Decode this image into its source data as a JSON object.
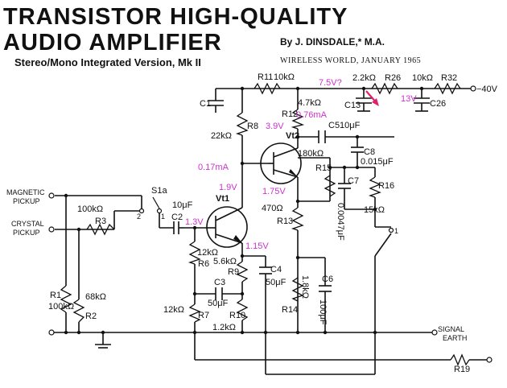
{
  "title": {
    "line1": "TRANSISTOR  HIGH-QUALITY",
    "line2": "AUDIO  AMPLIFIER",
    "byline": "By J. DINSDALE,* M.A.",
    "subtitle": "Stereo/Mono Integrated Version, Mk II",
    "source": "WIRELESS WORLD, JANUARY 1965"
  },
  "colors": {
    "ink": "#111111",
    "annotation": "#cc33cc",
    "arrow": "#e0206a"
  },
  "inputs": {
    "magnetic": [
      "MAGNETIC",
      "PICKUP"
    ],
    "crystal": [
      "CRYSTAL",
      "PICKUP"
    ],
    "switch": "S1a",
    "switch_pos1": "2",
    "switch_pos2": "1"
  },
  "components": {
    "R1": "R1",
    "R1_val": "100kΩ",
    "R2": "R2",
    "R2_val": "68kΩ",
    "R3": "R3",
    "R3_val": "100kΩ",
    "C2": "C2",
    "C2_val": "10μF",
    "Vt1": "Vt1",
    "R6": "R6",
    "R6_val": "12kΩ",
    "R7": "R7",
    "R7_val": "12kΩ",
    "R8": "R8",
    "R8_val": "22kΩ",
    "R9": "R9",
    "R9_val": "5.6kΩ",
    "R10": "R10",
    "R10_val": "1.2kΩ",
    "C3": "C3",
    "C3_val": "50μF",
    "C4": "C4",
    "C4_val": "50μF",
    "C1": "C1",
    "R11": "R11",
    "R11_val": "10kΩ",
    "R12": "R12",
    "R12_val": "4.7kΩ",
    "Vt2": "Vt2",
    "R13": "R13",
    "R13_val": "470Ω",
    "R14": "R14",
    "R14_val": "1.8kΩ",
    "C5": "C5",
    "C5_val": "10μF",
    "C6": "C6",
    "C6_val": "100μF",
    "R15": "R15",
    "R15_val": "180kΩ",
    "C7": "C7",
    "C7_val": "0.0047μF",
    "C8": "C8",
    "C8_val": "0.015μF",
    "R16": "R16",
    "R16_val": "15kΩ",
    "R26": "R26",
    "R26_val": "2.2kΩ",
    "R32": "R32",
    "R32_val": "10kΩ",
    "C13": "C13",
    "C26": "C26",
    "R19": "R19",
    "supply": "−40V",
    "signal_earth": [
      "SIGNAL",
      "EARTH"
    ],
    "out_pos": "1"
  },
  "annotations": {
    "v_75": "7.5V?",
    "v_13": "13V",
    "v_39": "3.9V",
    "i_076": "0.76mA",
    "i_017": "0.17mA",
    "v_19": "1.9V",
    "v_175": "1.75V",
    "v_13b": "1.3V",
    "v_115": "1.15V"
  }
}
